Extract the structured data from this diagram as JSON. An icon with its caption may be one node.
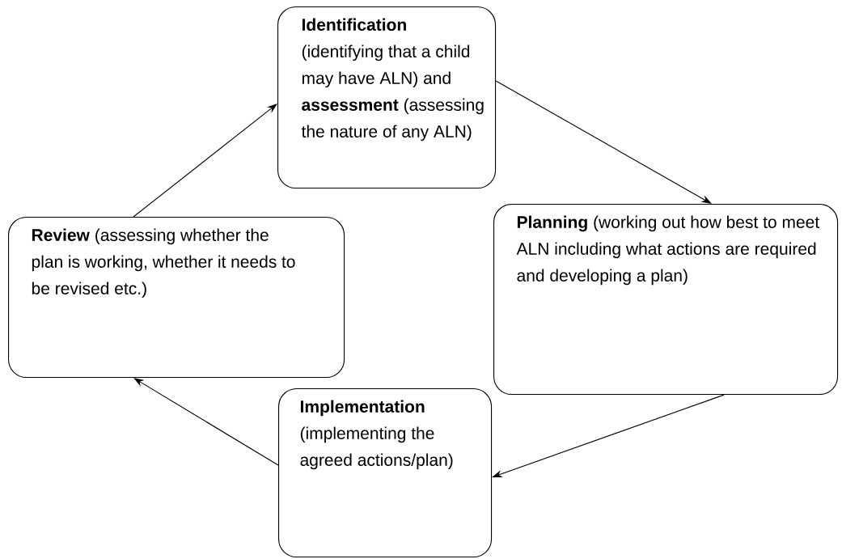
{
  "diagram": {
    "nodes": [
      {
        "text": [
          "**Identification** (identifying that a child may have ALN) and **assessment** (assessing the nature of any ALN)"
        ]
      },
      {
        "text": [
          "**Planning** (working out how best to meet ALN including what actions are required and developing a plan)"
        ]
      },
      {
        "text": [
          "**Implementation** (implementing the agreed actions/plan)"
        ]
      },
      {
        "text": [
          "**Review** (assessing whether the plan is working, whether it needs to be revised etc.)"
        ]
      }
    ],
    "edges": [
      {
        "from": 0,
        "to": 1,
        "arrow": "to"
      },
      {
        "from": 1,
        "to": 2,
        "arrow": "to"
      },
      {
        "from": 2,
        "to": 3,
        "arrow": "to"
      },
      {
        "from": 3,
        "to": 0,
        "arrow": "to"
      }
    ]
  }
}
